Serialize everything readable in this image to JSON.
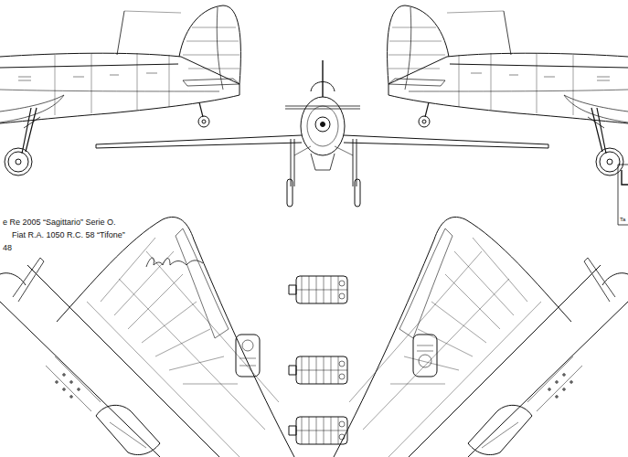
{
  "diagram": {
    "labels": [
      "e Re 2005 “Sagittario” Serie O.",
      "Fiat R.A. 1050 R.C. 58 “Tifone”",
      "48",
      "Ta"
    ]
  }
}
